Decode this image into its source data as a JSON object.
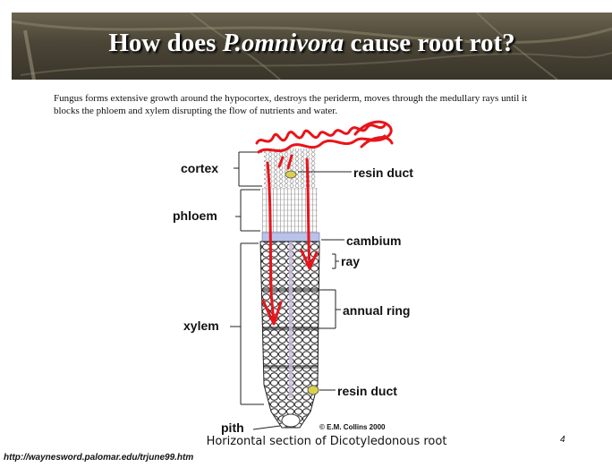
{
  "slide": {
    "title_before": "How does ",
    "title_italic": "P.omnivora",
    "title_after": " cause root rot?",
    "body": "Fungus forms extensive growth around the hypocortex, destroys the periderm, moves through the medullary rays until it blocks the phloem and xylem disrupting the flow of nutrients and water.",
    "page_number": "4",
    "source_url": "http://waynesword.palomar.edu/trjune99.htm"
  },
  "figure": {
    "labels": {
      "cortex": "cortex",
      "phloem": "phloem",
      "xylem": "xylem",
      "pith": "pith",
      "resin_duct_top": "resin duct",
      "cambium": "cambium",
      "ray": "ray",
      "annual_ring": "annual ring",
      "resin_duct_bottom": "resin duct"
    },
    "copyright": "© E.M. Collins 2000",
    "caption": "Horizontal section of Dicotyledonous root"
  },
  "colors": {
    "banner": "#4a4536",
    "title": "#ffffff",
    "annotation_ink": "#e8141a"
  }
}
